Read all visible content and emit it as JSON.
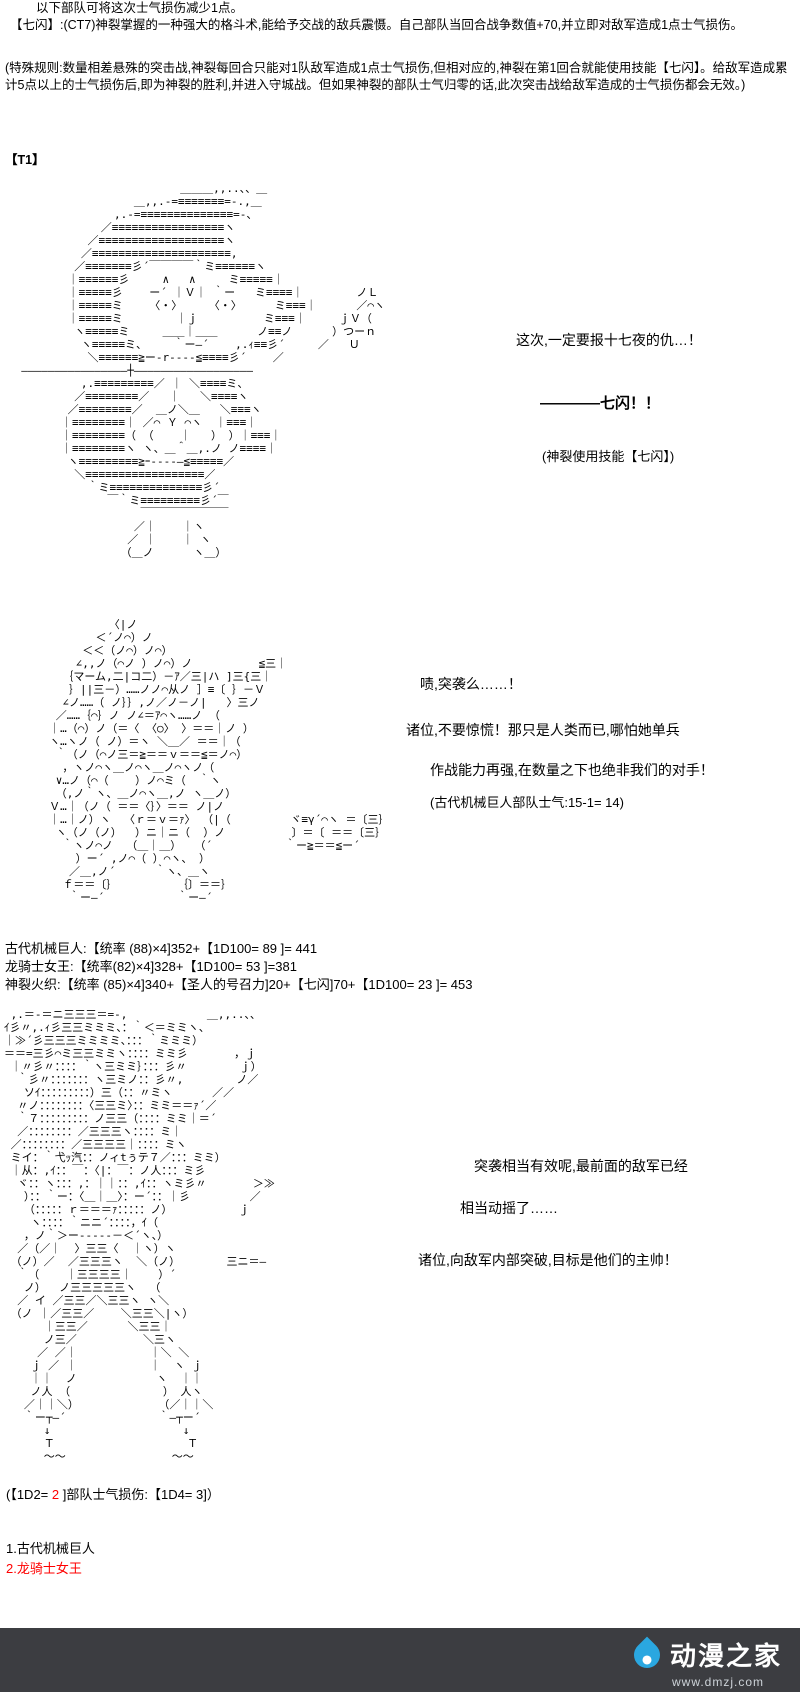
{
  "colors": {
    "highlight_red": "#ff0000",
    "footer_bg": "#3c3d41",
    "logo_blue": "#2aa7e0"
  },
  "header": {
    "line1": "以下部队可将这次士气损伤减少1点。",
    "skill_line": "【七闪】:(CT7)神裂掌握的一种强大的格斗术,能给予交战的敌兵震慑。自己部队当回合战争数值+70,并立即对敌军造成1点士气损伤。",
    "special_rule": "(特殊规则:数量相差悬殊的突击战,神裂每回合只能对1队敌军造成1点士气损伤,但相对应的,神裂在第1回合就能使用技能【七闪】。给敌军造成累计5点以上的士气损伤后,即为神裂的胜利,并进入守城战。但如果神裂的部队士气归零的话,此次突击战给敌军造成的士气损伤都会无效。)",
    "turn_marker": "【T1】"
  },
  "scene1": {
    "art": [
      "                          ＿＿＿,,..、、＿",
      "                   ＿,,.-=≡≡≡≡≡≡≡=-.,＿",
      "                ,.-=≡≡≡≡≡≡≡≡≡≡≡≡≡≡=-、",
      "              ／≡≡≡≡≡≡≡≡≡≡≡≡≡≡≡≡≡ヽ",
      "            ／≡≡≡≡≡≡≡≡≡≡≡≡≡≡≡≡≡≡≡ヽ",
      "           ／≡≡≡≡≡≡≡≡≡≡≡≡≡≡≡≡≡≡≡≡≡,",
      "          ／≡≡≡≡≡≡≡彡´￣￣￣￣｀ミ≡≡≡≡≡≡ヽ",
      "         ｜≡≡≡≡≡≡彡     ∧   ∧     ミ≡≡≡≡≡｜",
      "         ｜≡≡≡≡≡彡    ー´ ｜Ｖ｜ ｀ー   ミ≡≡≡≡｜        ノＬ",
      "         ｜≡≡≡≡≡ミ    〈・〉    〈・〉     ミ≡≡≡｜      ／⌒ヽ",
      "         ｜≡≡≡≡≡ミ        ｜ｊ          ミ≡≡≡｜     ｊＶ（",
      "          ヽ≡≡≡≡≡ミ     ＿＿｜＿＿      ノ≡≡ノ      ）つーｎ",
      "           ヽ≡≡≡≡≡ミ、    ｀ー―´    ,.ｨ≡≡彡´     ／   Ｕ",
      "            ＼≡≡≡≡≡≡≧ー-r----≦≡≡≡≡彡´    ／",
      "  ――――――――――――――――┼――――――――――――――――――",
      "           ,.≡≡≡≡≡≡≡≡≡／ ｜ ＼≡≡≡≡ミ、",
      "          ／≡≡≡≡≡≡≡≡／   ｜   ＼≡≡≡≡ヽ",
      "         ／≡≡≡≡≡≡≡≡／  ＿ノ＼＿   ＼≡≡≡ヽ",
      "        ｜≡≡≡≡≡≡≡≡｜ ／⌒ Ｙ ⌒ヽ  ｜≡≡≡｜",
      "        ｜≡≡≡≡≡≡≡≡（ （    ｜   ） ）｜≡≡≡｜",
      "        ｜≡≡≡≡≡≡≡≡ヽ ヽ、＿＾＿,.ノ ノ≡≡≡≡｜",
      "         ヽ≡≡≡≡≡≡≡≡≡≧ｰ----―≦≡≡≡≡≡／",
      "          ＼≡≡≡≡≡≡≡≡≡≡≡≡≡≡≡≡≡≡／",
      "            ｀ミ≡≡≡≡≡≡≡≡≡≡≡≡≡≡彡´",
      "               ￣｀ミ≡≡≡≡≡≡≡≡≡彡´￣",
      "                    ￣￣￣￣￣￣￣￣",
      "                   ／｜    ｜ヽ",
      "                  ／ ｜    ｜ ヽ",
      "                 （＿ノ      ヽ＿）"
    ],
    "dialogues": {
      "d1": "这次,一定要报十七夜的仇…！",
      "d2": "————七闪！！",
      "d3": "(神裂使用技能【七闪】)"
    }
  },
  "scene2": {
    "art": [
      "              〈|ノ",
      "            ＜´ノ⌒）ノ",
      "          ＜＜（ノ⌒）ノ⌒）",
      "         ∠,,ノ（⌒ノ ）ノ⌒）ノ          ≦三｜",
      "       ｛マーム,二|コ二）－ｱ／三|ハ ]三{三｜",
      "        ｝||三－）……ノノ⌒从ノ ］≡〔 ｝－Ｖ",
      "       ∠ノ……（ ノ｝｝,ノ／ノ－ノ|   〉三ノ",
      "      ／……｛⌒｝ノ ノ∠＝ｱ⌒ヽ……ノ （",
      "     ｜…（⌒）ノ（＝〈 〈○〉 〉＝＝｜ノ ）",
      "     ヽ…ヽノ（ ノ）＝ヽ ＼＿／ ＝＝｜（",
      "      ｀（ノ（⌒ノ三＝≧＝＝ｖ＝＝≦＝ノ⌒）",
      "       ，ヽノ⌒ヽ＿ノ⌒ヽ＿ノ⌒ヽノ（",
      "      ∨…ノ（⌒（    ）ノ⌒ミ（  ｀ヽ",
      "      （,ノ｀ヽ、＿ノ⌒ヽ＿,ノ ヽ＿ノ）",
      "     Ｖ…｜（ノ（ ＝＝〈｝〉＝＝ ノ|ノ",
      "     ｜…｜ノ）ヽ  〈ｒ＝ｖ＝ｧ〉 （|（         ヾ≡γ´⌒ヽ ＝〔三｝",
      "      ヽ（ノ（ノ）  ）ニ｜ニ（  ）ノ          〕＝〔 ＝＝〔三｝",
      "       ｀ヽノ⌒ノ  （＿｜＿）  （´           ｀ー≧＝＝≦ー´",
      "         ）ー´ ,ノ⌒（ ）⌒ヽ、 ）",
      "        ／＿,ノ´      ｀ヽ、＿ヽ",
      "       ｆ＝＝〔｝         ｛〕＝＝｝",
      "        ｀ー―´           ｀ー―´"
    ],
    "dialogues": {
      "d1": "啧,突袭么……！",
      "d2": "诸位,不要惊慌！那只是人类而已,哪怕她单兵",
      "d3": "作战能力再强,在数量之下也绝非我们的对手！",
      "d4": "(古代机械巨人部队士气:15-1= 14)"
    }
  },
  "battle_stats": {
    "line1": "古代机械巨人:【统率 (88)×4]352+【1D100= 89 ]= 441",
    "line2": "龙骑士女王:【统率(82)×4]328+【1D100= 53 ]=381",
    "line3": "神裂火织:【统率 (85)×4]340+【圣人的号召力]20+【七闪]70+【1D100= 23 ]= 453"
  },
  "scene3": {
    "art": [
      " ,.＝-＝ニ三三三＝=-,            ＿,,..、、",
      "ｲ彡〃,.ｨ彡三三ミミミ、：｀＜＝ミミヽ、",
      "｜≫´彡三三三ミミミミ、：：：｀ミミミ）",
      "＝＝=三彡⌒ミ三三ミミヽ：：：：ミミ彡       ，ｊ",
      " ｜〃彡〃：：：：｀ヽ三ミミ｝：：：彡〃        ｊ）",
      "  ｀彡〃：：：：：：：ヽ三ミノ：：彡〃,        ノ／",
      "   ソｲ：：：：：：：：：）三（：：〃ミヽ      ／／",
      "  〃ノ：：：：：：：：〈三三ミ〉：：ミミ＝＝ｧ´／",
      "  ｀７：：：：：：：：：ノ三三（：：：：ミミ｜＝´",
      "  ／：：：：：：：：／三三三ヽ：：：：ミ｜",
      " ／：：：：：：：：／三三三三｜：：：：ミヽ",
      " ミイ：｀弋ｯ汽：：ノィtぅテ７／：：：ミミ）",
      " ｜从：,ｲ：：￣：〈|：￣：ノ人：：：ミ彡",
      "  ヾ：：ヽ：：：,：｜｜：：,ｲ：：ヽミ彡〃       ＞≫",
      "   ）：：｀ー：〈＿｜＿〉：ー´：：｜彡         ／",
      "   （：：：：：ｒ＝＝＝ｧ：：：：：ノ）          ｊ",
      "    ヽ：：：：｀ニニ´：：：：，ｲ（",
      "   ，ノ｀＞ー-----－＜´ヽ、）",
      "  ／（／｜  〉三三〈  ｜ヽ）ヽ",
      " （ノ）／  ／三三三ヽ  ＼（ノ）       三ニ＝―",
      "  ｀（    ｜三三三三｜    ）´",
      "   ノ）  ノ三三三三三ヽ  （",
      "  ／ イ ／三三／＼三三ヽ ヽ＼",
      " （ノ ｜／三三／    ＼三三＼|ヽ）",
      "      ｜三三／      ＼三三｜",
      "      ノ三／          ＼三ヽ",
      "     ／ ／｜           ｜＼ ＼",
      "    ｊ ／ ｜           ｜  ヽ ｊ",
      "    ｜｜  ノ            ヽ  ｜｜",
      "    ノ人 （              ） 人ヽ",
      "   ／｜｜＼）            （／｜｜＼",
      "   ｀ー┬―´              ｀―┬ー´",
      "      ↓                    ↓",
      "      Ｔ                    Ｔ",
      "      〜〜                〜〜"
    ],
    "dialogues": {
      "d1": "突袭相当有效呢,最前面的敌军已经",
      "d2": "相当动摇了……",
      "d3": "诸位,向敌军内部突破,目标是他们的主帅！"
    }
  },
  "result": {
    "roll_prefix": "(【1D2= ",
    "roll_value": "2",
    "roll_suffix": " ]部队士气损伤:【1D4= 3]）",
    "option1": "1.古代机械巨人",
    "option2": "2.龙骑士女王"
  },
  "footer": {
    "site_name": "动漫之家",
    "site_url": "www.dmzj.com"
  }
}
